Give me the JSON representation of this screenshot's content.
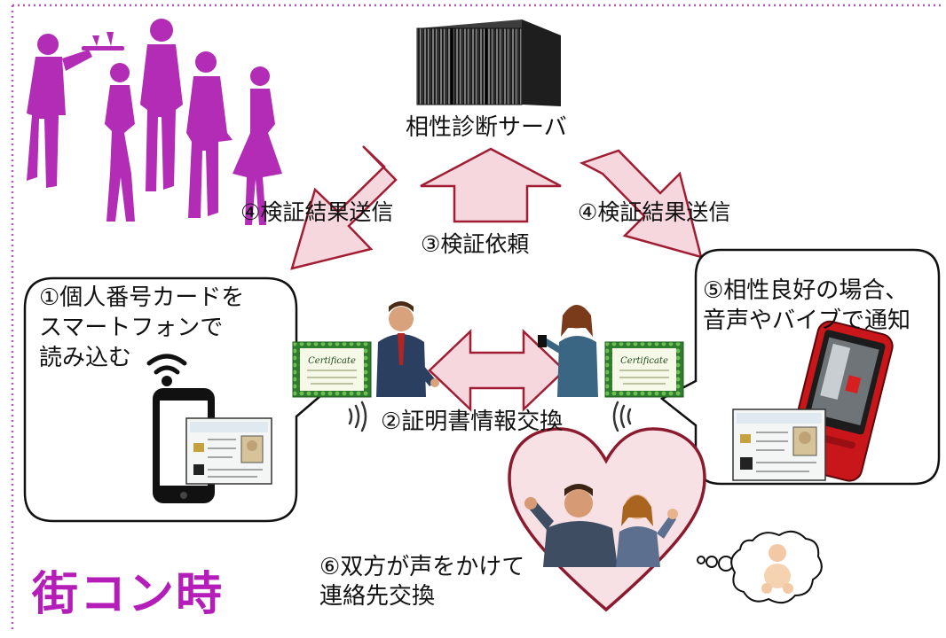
{
  "title": "街コン時",
  "server": {
    "label": "相性診断サーバ"
  },
  "steps": {
    "read_card": "①個人番号カードを\nスマートフォンで\n読み込む",
    "exchange_certificates": "②証明書情報交換",
    "verify_request": "③検証依頼",
    "verify_result_left": "④検証結果送信",
    "verify_result_right": "④検証結果送信",
    "notify": "⑤相性良好の場合、\n音声やバイブで通知",
    "contact_exchange": "⑥双方が声をかけて\n連絡先交換"
  },
  "certificate_text": "Certificate",
  "colors": {
    "accent_purple": "#b51db8",
    "dotted_border": "#b15bb3",
    "arrow_fill": "#f6d7dd",
    "arrow_stroke": "#a11d33",
    "heart_fill": "#f7e1e4",
    "heart_stroke": "#8c1a2e"
  },
  "icons": [
    "party-silhouettes-icon",
    "server-rack-icon",
    "smartphone-icon",
    "wifi-signal-icon",
    "id-card-icon",
    "certificate-icon",
    "businessman-icon",
    "businesswoman-icon",
    "red-phone-icon",
    "heart-icon",
    "thought-bubble-icon",
    "baby-icon",
    "sound-wave-icon"
  ]
}
